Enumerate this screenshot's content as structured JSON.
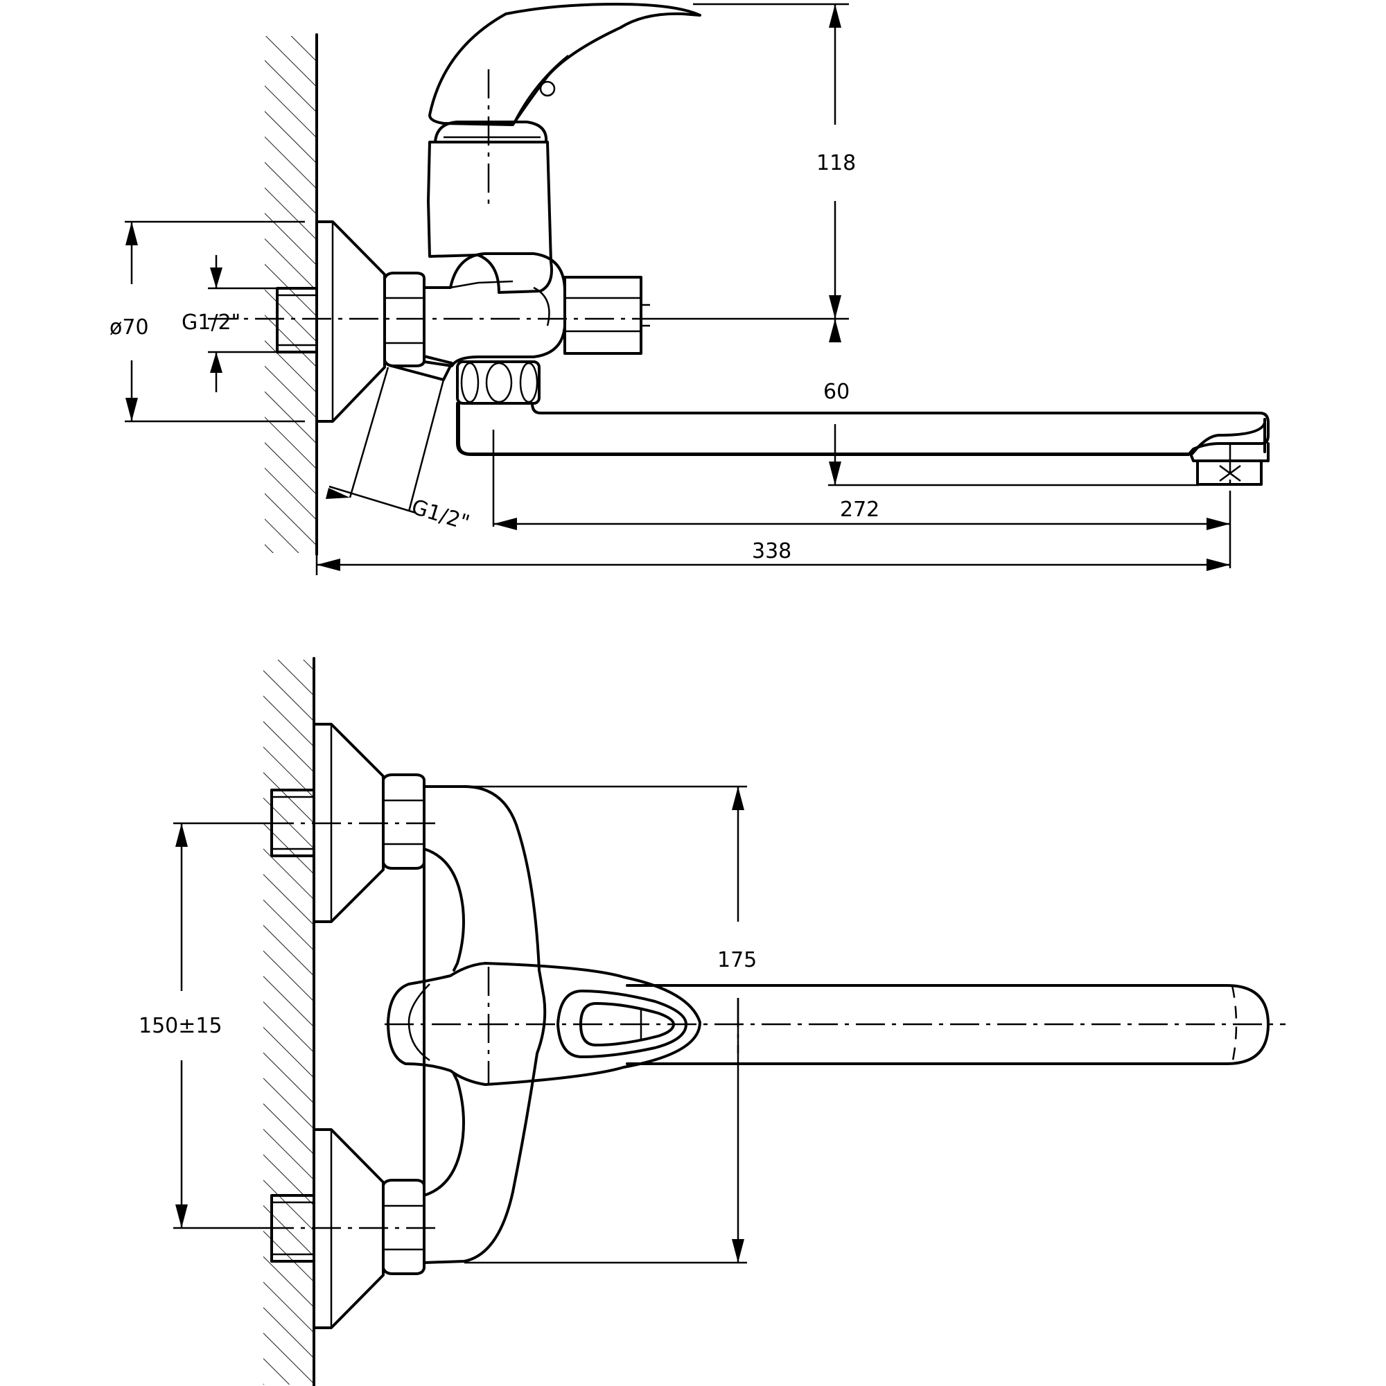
{
  "dimensions": {
    "height_118": "118",
    "spout_drop_60": "60",
    "spout_reach_272": "272",
    "overall_length_338": "338",
    "flange_diameter": "ø70",
    "inlet_thread": "G1/2\"",
    "outlet_thread": "G1/2\"",
    "body_width_175": "175",
    "inlet_spacing": "150±15"
  }
}
